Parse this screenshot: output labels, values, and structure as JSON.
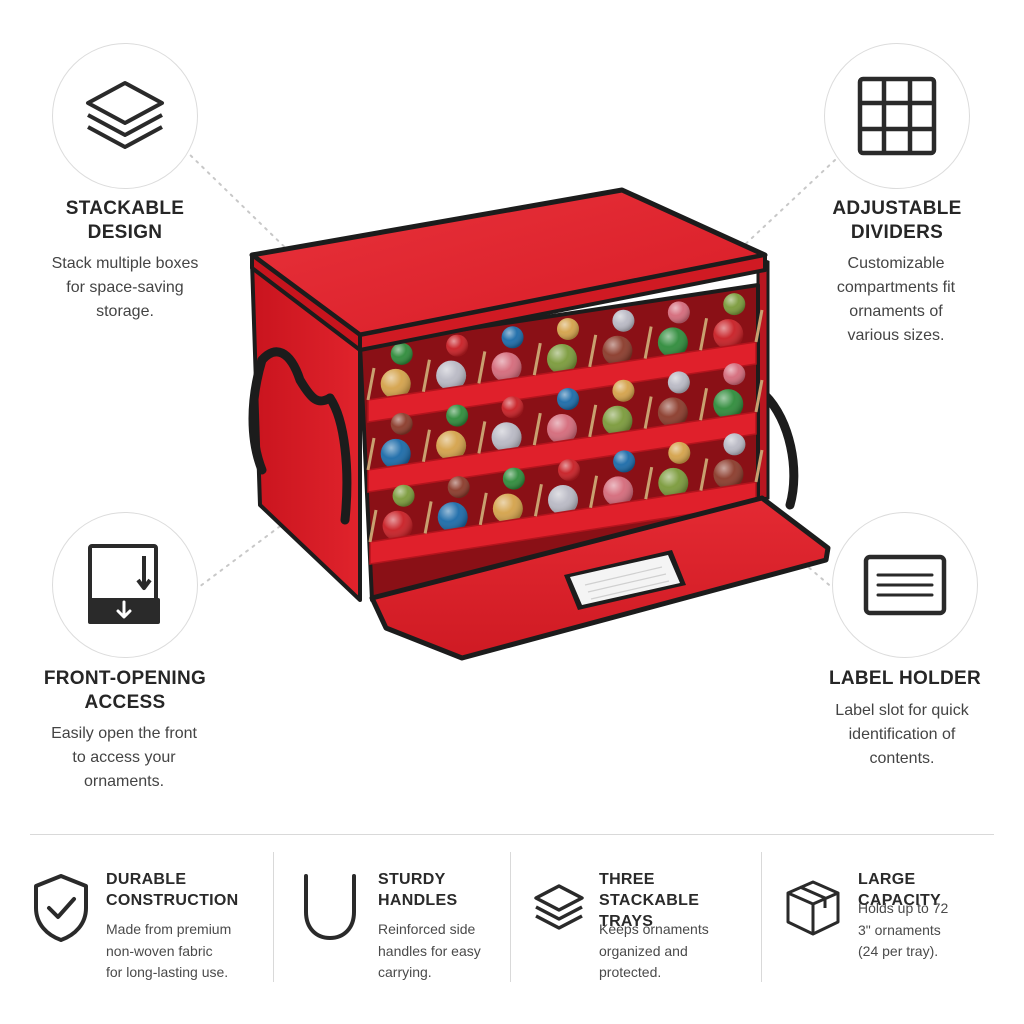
{
  "features": {
    "stackable": {
      "title": "STACKABLE\nDESIGN",
      "desc": "Stack multiple boxes\nfor space-saving\nstorage.",
      "icon": "stacked-layers-icon"
    },
    "dividers": {
      "title": "ADJUSTABLE\nDIVIDERS",
      "desc": "Customizable\ncompartments fit\nornaments of\nvarious sizes.",
      "icon": "grid-compartments-icon"
    },
    "front_opening": {
      "title": "FRONT-OPENING\nACCESS",
      "desc": "Easily open the front\nto access your\nornaments.",
      "icon": "front-opening-box-icon"
    },
    "label_holder": {
      "title": "LABEL HOLDER",
      "desc": "Label slot for quick\nidentification of\ncontents.",
      "icon": "label-card-icon"
    }
  },
  "bottom": [
    {
      "title": "DURABLE\nCONSTRUCTION",
      "desc": "Made from premium\nnon-woven fabric\nfor long-lasting use.",
      "icon": "shield-check-icon"
    },
    {
      "title": "STURDY\nHANDLES",
      "desc": "Reinforced side\nhandles for easy\ncarrying.",
      "icon": "handle-icon"
    },
    {
      "title": "THREE STACKABLE\nTRAYS",
      "desc": "Keeps ornaments\norganized and\nprotected.",
      "icon": "stacked-trays-icon"
    },
    {
      "title": "LARGE CAPACITY",
      "desc": "Holds up to 72\n3\" ornaments\n(24 per tray).",
      "icon": "box-capacity-icon"
    }
  ],
  "colors": {
    "box_red": "#e0202b",
    "box_red_dark": "#b3141d",
    "trim": "#1c1c1c",
    "tray_wall": "#c9a070",
    "ornaments": [
      "#2e8b3a",
      "#c81e24",
      "#1a6aa8",
      "#d4a24a",
      "#b9b9c4",
      "#d46a7a",
      "#7a9a3a",
      "#8a3a2a"
    ]
  }
}
